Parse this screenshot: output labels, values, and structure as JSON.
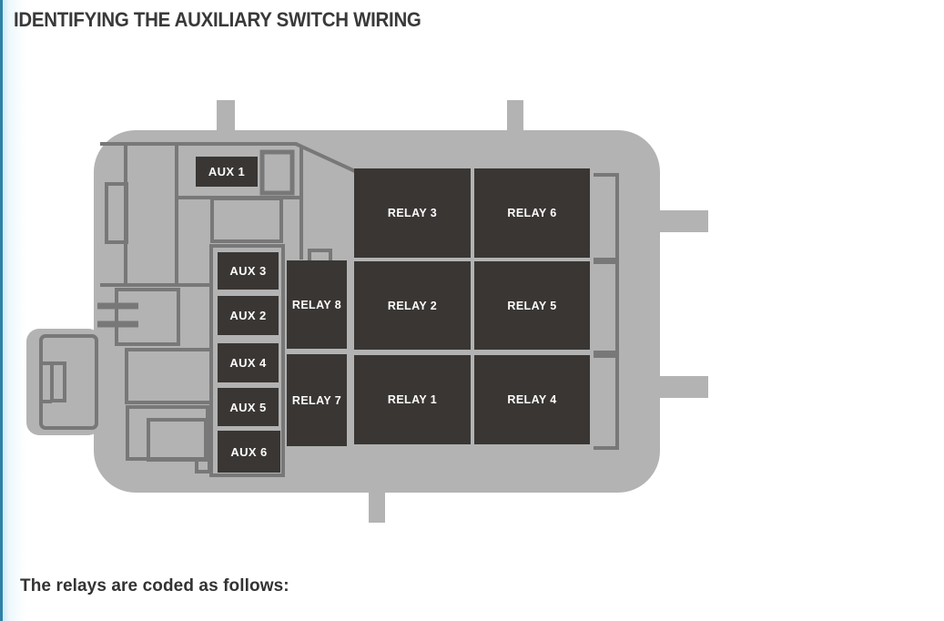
{
  "page": {
    "title": "IDENTIFYING THE AUXILIARY SWITCH WIRING",
    "caption": "The relays are coded as follows:"
  },
  "diagram": {
    "description": "auxiliary-switch-fuse-and-relay-box",
    "aux_switches": [
      {
        "id": "aux1",
        "label": "AUX 1"
      },
      {
        "id": "aux2",
        "label": "AUX 2"
      },
      {
        "id": "aux3",
        "label": "AUX 3"
      },
      {
        "id": "aux4",
        "label": "AUX 4"
      },
      {
        "id": "aux5",
        "label": "AUX 5"
      },
      {
        "id": "aux6",
        "label": "AUX 6"
      }
    ],
    "relays": [
      {
        "id": "relay1",
        "label": "RELAY 1"
      },
      {
        "id": "relay2",
        "label": "RELAY 2"
      },
      {
        "id": "relay3",
        "label": "RELAY 3"
      },
      {
        "id": "relay4",
        "label": "RELAY 4"
      },
      {
        "id": "relay5",
        "label": "RELAY 5"
      },
      {
        "id": "relay6",
        "label": "RELAY 6"
      },
      {
        "id": "relay7",
        "label": "RELAY 7"
      },
      {
        "id": "relay8",
        "label": "RELAY 8"
      }
    ],
    "colors": {
      "body_gray": "#b3b3b3",
      "outline_gray": "#787878",
      "block_dark": "#393634",
      "block_text": "#fdfdfd",
      "accent_blue": "#2e81a5",
      "title_text": "#39393b"
    }
  }
}
